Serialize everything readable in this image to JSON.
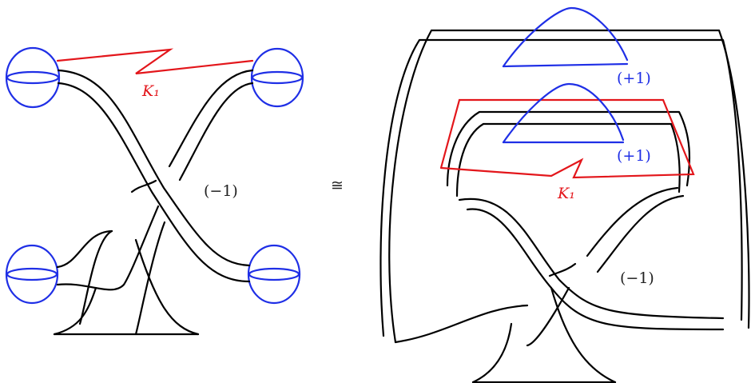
{
  "labels": {
    "left_knot": "K₁",
    "left_framing": "(−1)",
    "equiv": "≅",
    "right_upper_framing": "(+1)",
    "right_middle_framing": "(+1)",
    "right_knot": "K₁",
    "right_framing": "(−1)"
  },
  "colors": {
    "ink": "#000000",
    "handle": "#1f2fe6",
    "knot": "#e3161b"
  },
  "icons": {
    "one_handle": "blue-ball-pair",
    "framed_unknot": "blue-arc"
  }
}
